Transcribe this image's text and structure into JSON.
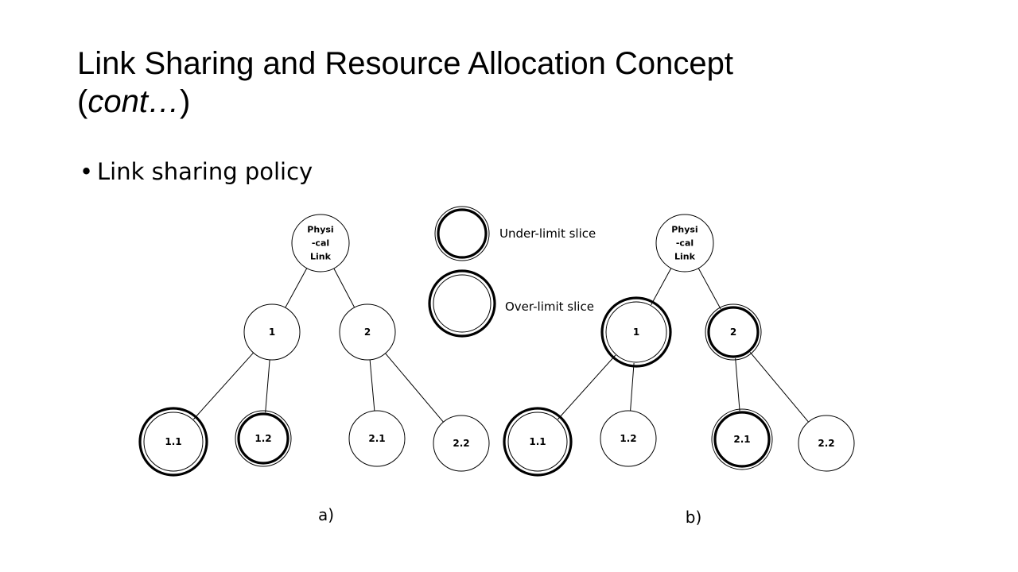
{
  "title": {
    "main": "Link Sharing and Resource Allocation Concept",
    "paren_open": "(",
    "cont": "cont…",
    "paren_close": ")"
  },
  "bullet": {
    "marker": "•",
    "text": "Link sharing policy"
  },
  "legend": {
    "under_limit": "Under-limit slice",
    "over_limit": "Over-limit slice"
  },
  "trees": [
    {
      "caption": "a)",
      "root": {
        "label_lines": [
          "Physi",
          "-cal",
          "Link"
        ]
      },
      "nodes": [
        {
          "label": "1",
          "style": "plain"
        },
        {
          "label": "2",
          "style": "plain"
        },
        {
          "label": "1.1",
          "style": "over"
        },
        {
          "label": "1.2",
          "style": "under"
        },
        {
          "label": "2.1",
          "style": "plain"
        },
        {
          "label": "2.2",
          "style": "plain"
        }
      ]
    },
    {
      "caption": "b)",
      "root": {
        "label_lines": [
          "Physi",
          "-cal",
          "Link"
        ]
      },
      "nodes": [
        {
          "label": "1",
          "style": "over"
        },
        {
          "label": "2",
          "style": "under"
        },
        {
          "label": "1.1",
          "style": "over"
        },
        {
          "label": "1.2",
          "style": "plain"
        },
        {
          "label": "2.1",
          "style": "under"
        },
        {
          "label": "2.2",
          "style": "plain"
        }
      ]
    }
  ]
}
